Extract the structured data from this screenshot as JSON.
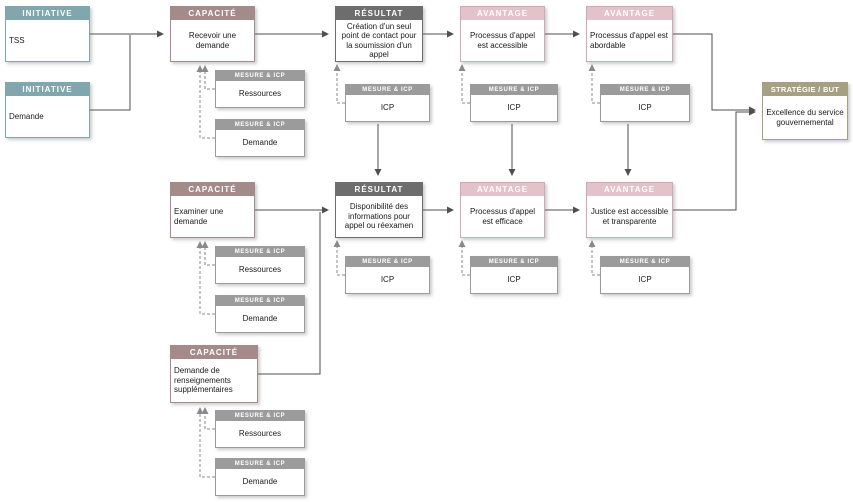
{
  "types": {
    "initiative": "INITIATIVE",
    "capacite": "CAPACITÉ",
    "resultat": "RÉSULTAT",
    "avantage": "AVANTAGE",
    "mesure": "MESURE & ICP",
    "strategie": "STRATÉGIE / BUT"
  },
  "nodes": {
    "tss": "TSS",
    "demande_initiative": "Demande",
    "recevoir": "Recevoir une demande",
    "examiner": "Examiner une demande",
    "renseignements": "Demande de renseignements supplémentaires",
    "creation": "Création d'un seul point de contact pour la soumission d'un appel",
    "disponibilite": "Disponibilité des informations pour appel ou réexamen",
    "accessible": "Processus d'appel est accessible",
    "abordable": "Processus d'appel est abordable",
    "efficace": "Processus d'appel est efficace",
    "justice": "Justice est accessible et transparente",
    "excellence": "Excellence du service gouvernemental"
  },
  "measures": {
    "ressources": "Ressources",
    "demande": "Demande",
    "icp": "ICP"
  },
  "palette": {
    "initiative": "#7fa7ad",
    "capacite": "#a58a8a",
    "resultat": "#6d6d6d",
    "avantage": "#e4c2ca",
    "mesure": "#9b9b9b",
    "strategie": "#a6a083",
    "connector_solid": "#4f4f4f",
    "connector_dashed": "#8a8a8a"
  }
}
